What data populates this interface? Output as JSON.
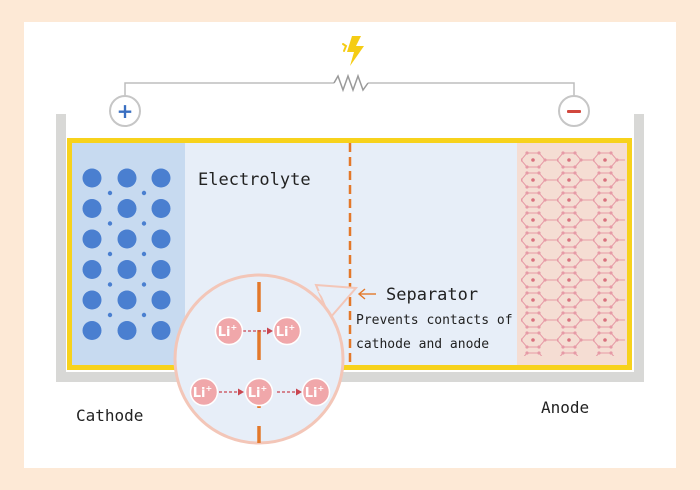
{
  "labels": {
    "electrolyte": "Electrolyte",
    "separator": "Separator",
    "separator_note_line1": "Prevents contacts of",
    "separator_note_line2": "cathode and anode",
    "cathode": "Cathode",
    "anode": "Anode",
    "ion": "Li",
    "ion_charge": "+"
  },
  "terminals": {
    "positive": "+",
    "negative": "−"
  },
  "icons": {
    "load": "resistor-icon",
    "spark": "lightning-icon",
    "arrow": "left-arrow-icon"
  },
  "colors": {
    "page_background": "#fde9d6",
    "card_background": "#ffffff",
    "casing": "#d8d8d6",
    "frame": "#f7d21c",
    "electrolyte": "#e7eef8",
    "cathode_region": "#c7daf0",
    "cathode_particle": "#4a7fd0",
    "anode_region": "#f5ddd3",
    "anode_lattice": "#e69aa6",
    "separator": "#e3782a",
    "ion_fill": "#f0a7aa",
    "ion_arrow": "#c94650",
    "spark": "#f5cc14",
    "positive_terminal": "#3a6fc1",
    "negative_terminal": "#d1473d"
  }
}
